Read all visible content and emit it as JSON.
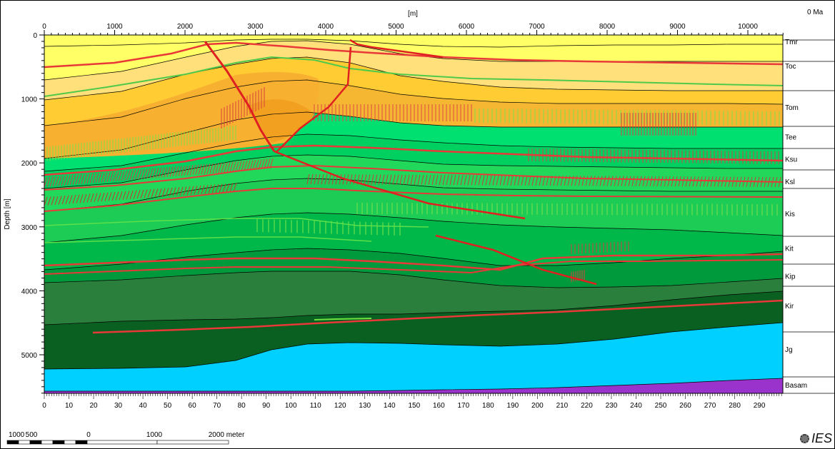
{
  "chart_data": {
    "type": "cross-section",
    "xlabel": "[m]",
    "ylabel": "Depth [m]",
    "age_label": "0 Ma",
    "x_range_m": [
      0,
      10500
    ],
    "depth_range_m": [
      0,
      5600
    ],
    "x_ticks_m": [
      0,
      1000,
      2000,
      3000,
      4000,
      5000,
      6000,
      7000,
      8000,
      9000,
      10000
    ],
    "depth_ticks_m": [
      0,
      1000,
      2000,
      3000,
      4000,
      5000
    ],
    "cell_ticks": [
      0,
      10,
      20,
      30,
      40,
      50,
      60,
      70,
      80,
      90,
      100,
      110,
      120,
      130,
      140,
      150,
      160,
      170,
      180,
      190,
      200,
      210,
      220,
      230,
      240,
      250,
      260,
      270,
      280,
      290
    ],
    "formations": [
      {
        "name": "Tmr",
        "color": "#ffff66",
        "label_depth_m": 110
      },
      {
        "name": "Toc",
        "color": "#ffe07a",
        "label_depth_m": 490
      },
      {
        "name": "Tom",
        "color": "#ffcc33",
        "label_depth_m": 1140
      },
      {
        "name": "Tee",
        "color": "#f5b732",
        "label_depth_m": 1600
      },
      {
        "name": "Ksu",
        "color": "#00e070",
        "label_depth_m": 1950
      },
      {
        "name": "Ksl",
        "color": "#00d060",
        "label_depth_m": 2300
      },
      {
        "name": "Kis",
        "color": "#22d85a",
        "label_depth_m": 2800
      },
      {
        "name": "Kit",
        "color": "#00b84a",
        "label_depth_m": 3340
      },
      {
        "name": "Kip",
        "color": "#009a3c",
        "label_depth_m": 3780
      },
      {
        "name": "Kir",
        "color": "#2a7f3c",
        "label_depth_m": 4240
      },
      {
        "name": "Jg",
        "color": "#00d0ff",
        "label_depth_m": 4920
      },
      {
        "name": "Basam",
        "color": "#9933cc",
        "label_depth_m": 5480
      }
    ],
    "scale_bar": {
      "labels": [
        "1000",
        "500",
        "0",
        "1000",
        "2000 meter"
      ]
    }
  },
  "logo_text": "IES"
}
